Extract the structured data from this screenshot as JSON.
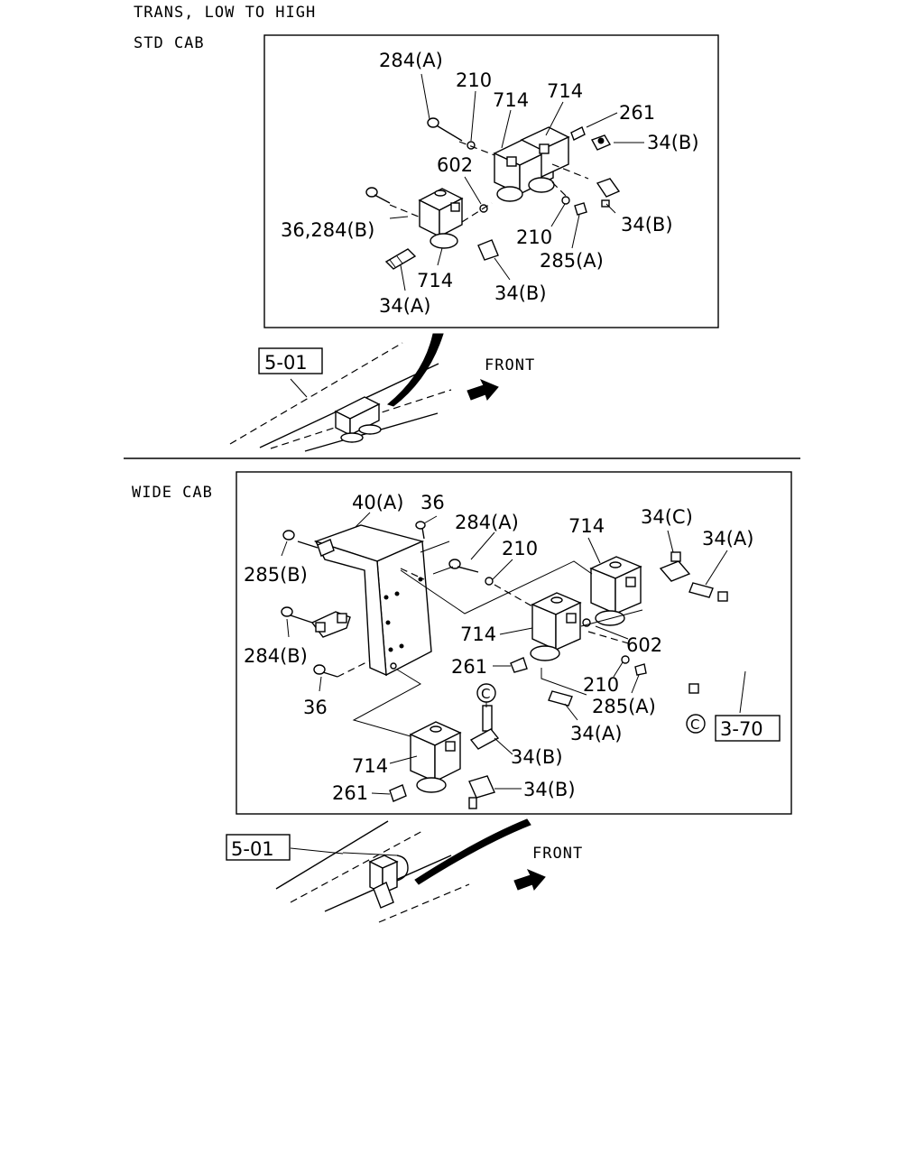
{
  "header": {
    "line1": "TRANS, LOW TO HIGH",
    "line2": "STD CAB",
    "wide_cab": "WIDE CAB"
  },
  "std_cab": {
    "callouts": [
      "284(A)",
      "210",
      "714",
      "714",
      "261",
      "34(B)",
      "602",
      "36,284(B)",
      "34(B)",
      "210",
      "285(A)",
      "714",
      "34(B)",
      "34(A)"
    ],
    "ref_box": "5-01",
    "front": "FRONT"
  },
  "wide_cab": {
    "callouts": [
      "40(A)",
      "36",
      "284(A)",
      "210",
      "714",
      "34(C)",
      "34(A)",
      "285(B)",
      "284(B)",
      "714",
      "602",
      "261",
      "210",
      "285(A)",
      "36",
      "34(A)",
      "34(B)",
      "714",
      "261",
      "34(B)"
    ],
    "circle_ref_top": "C",
    "circle_ref_bottom": "C",
    "ref_box_pipe": "3-70",
    "ref_box": "5-01",
    "front": "FRONT"
  }
}
